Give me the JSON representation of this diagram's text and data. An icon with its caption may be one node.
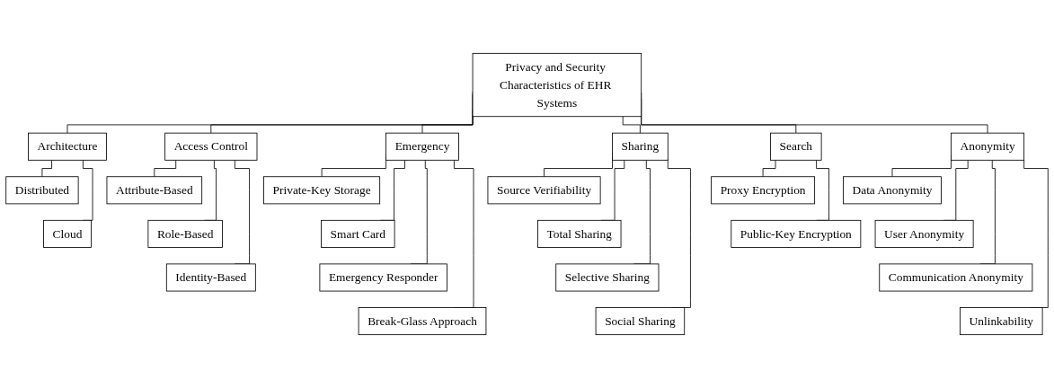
{
  "diagram": {
    "nodes": [
      {
        "text": [
          "Privacy and Security Characteristics of EHR Systems"
        ]
      },
      {
        "text": [
          "Architecture"
        ]
      },
      {
        "text": [
          "Distributed"
        ]
      },
      {
        "text": [
          "Cloud"
        ]
      },
      {
        "text": [
          "Access Control"
        ]
      },
      {
        "text": [
          "Attribute-Based"
        ]
      },
      {
        "text": [
          "Role-Based"
        ]
      },
      {
        "text": [
          "Identity-Based"
        ]
      },
      {
        "text": [
          "Emergency"
        ]
      },
      {
        "text": [
          "Private-Key Storage"
        ]
      },
      {
        "text": [
          "Smart Card"
        ]
      },
      {
        "text": [
          "Emergency Responder"
        ]
      },
      {
        "text": [
          "Break-Glass Approach"
        ]
      },
      {
        "text": [
          "Sharing"
        ]
      },
      {
        "text": [
          "Source Verifiability"
        ]
      },
      {
        "text": [
          "Total Sharing"
        ]
      },
      {
        "text": [
          "Selective Sharing"
        ]
      },
      {
        "text": [
          "Social Sharing"
        ]
      },
      {
        "text": [
          "Search"
        ]
      },
      {
        "text": [
          "Proxy Encryption"
        ]
      },
      {
        "text": [
          "Public-Key Encryption"
        ]
      },
      {
        "text": [
          "Anonymity"
        ]
      },
      {
        "text": [
          "Data Anonymity"
        ]
      },
      {
        "text": [
          "User Anonymity"
        ]
      },
      {
        "text": [
          "Communication Anonymity"
        ]
      },
      {
        "text": [
          "Unlinkability"
        ]
      }
    ],
    "edges": [
      {
        "from": 0,
        "to": 1,
        "arrow": "none"
      },
      {
        "from": 0,
        "to": 4,
        "arrow": "none"
      },
      {
        "from": 0,
        "to": 8,
        "arrow": "none"
      },
      {
        "from": 0,
        "to": 13,
        "arrow": "none"
      },
      {
        "from": 0,
        "to": 18,
        "arrow": "none"
      },
      {
        "from": 0,
        "to": 21,
        "arrow": "none"
      },
      {
        "from": 1,
        "to": 2,
        "arrow": "none"
      },
      {
        "from": 1,
        "to": 3,
        "arrow": "none"
      },
      {
        "from": 4,
        "to": 5,
        "arrow": "none"
      },
      {
        "from": 4,
        "to": 6,
        "arrow": "none"
      },
      {
        "from": 4,
        "to": 7,
        "arrow": "none"
      },
      {
        "from": 8,
        "to": 9,
        "arrow": "none"
      },
      {
        "from": 8,
        "to": 10,
        "arrow": "none"
      },
      {
        "from": 8,
        "to": 11,
        "arrow": "none"
      },
      {
        "from": 8,
        "to": 12,
        "arrow": "none"
      },
      {
        "from": 13,
        "to": 14,
        "arrow": "none"
      },
      {
        "from": 13,
        "to": 15,
        "arrow": "none"
      },
      {
        "from": 13,
        "to": 16,
        "arrow": "none"
      },
      {
        "from": 13,
        "to": 17,
        "arrow": "none"
      },
      {
        "from": 18,
        "to": 19,
        "arrow": "none"
      },
      {
        "from": 18,
        "to": 20,
        "arrow": "none"
      },
      {
        "from": 21,
        "to": 22,
        "arrow": "none"
      },
      {
        "from": 21,
        "to": 23,
        "arrow": "none"
      },
      {
        "from": 21,
        "to": 24,
        "arrow": "none"
      },
      {
        "from": 21,
        "to": 25,
        "arrow": "none"
      }
    ]
  }
}
